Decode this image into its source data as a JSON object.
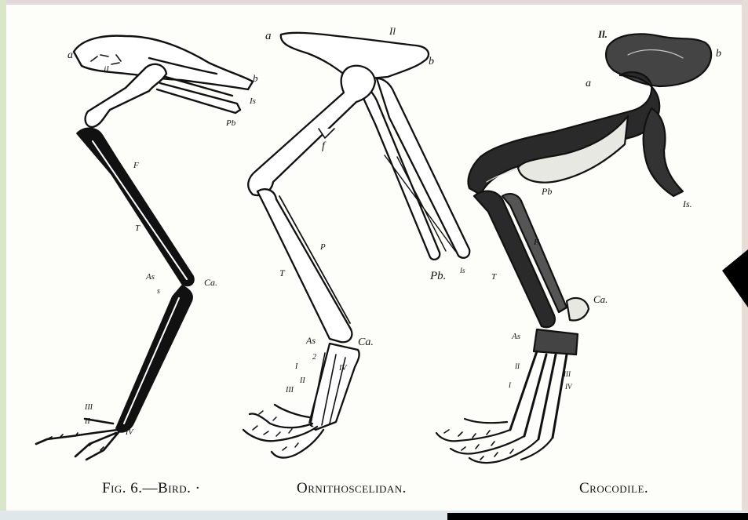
{
  "figure": {
    "captions": {
      "bird": "Fig. 6.—Bird. ·",
      "ornithoscelidan": "Ornithoscelidan.",
      "crocodile": "Crocodile."
    },
    "bird_labels": {
      "a": "a",
      "il": "il",
      "b": "b",
      "is": "Is",
      "pb": "Pb",
      "f": "F",
      "t": "T",
      "as": "As",
      "ca": "Ca.",
      "s": "s",
      "iii": "III",
      "ii": "II",
      "iv": "IV"
    },
    "ornitho_labels": {
      "a": "a",
      "il": "Il",
      "b": "b",
      "f": "f",
      "p": "P",
      "t": "T",
      "pb": "Pb.",
      "is": "Is",
      "as": "As",
      "ca": "Ca.",
      "s": "2",
      "i": "I",
      "ii": "II",
      "iii": "III",
      "iv": "IV"
    },
    "croc_labels": {
      "il": "Il.",
      "b": "b",
      "a": "a",
      "pb": "Pb",
      "is": "Is.",
      "f": "F",
      "t": "T",
      "ca": "Ca.",
      "as": "As",
      "ii": "II",
      "i": "I",
      "iii": "III",
      "iv": "IV"
    }
  }
}
